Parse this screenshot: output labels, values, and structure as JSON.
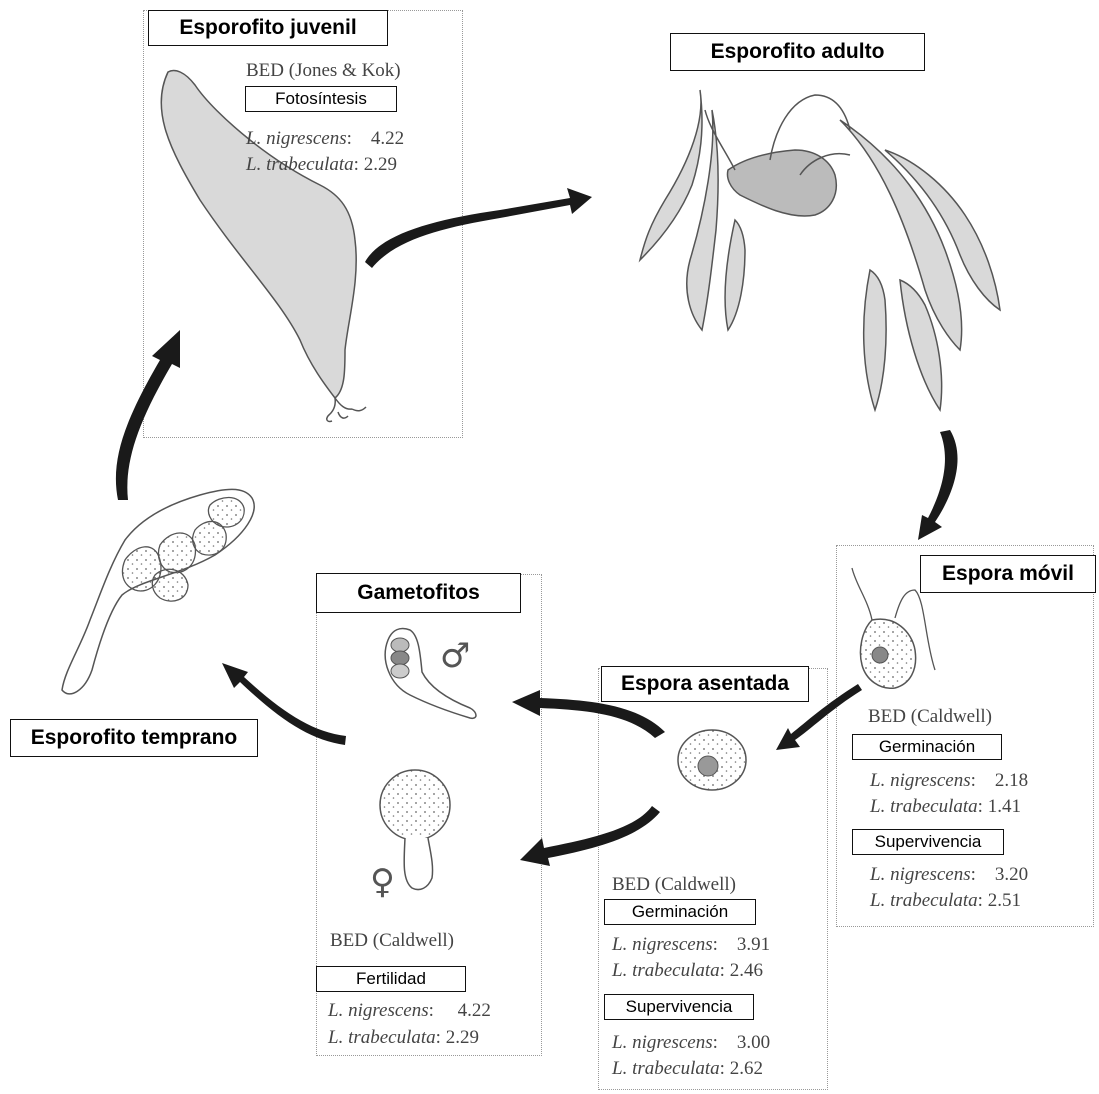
{
  "stages": {
    "juvenile": {
      "title": "Esporofito juvenil",
      "bed": "BED (Jones & Kok)",
      "metric": "Fotosíntesis",
      "rows": [
        {
          "species": "L. nigrescens",
          "value": "4.22"
        },
        {
          "species": "L. trabeculata",
          "value": "2.29"
        }
      ]
    },
    "adult": {
      "title": "Esporofito adulto"
    },
    "motile_spore": {
      "title": "Espora móvil",
      "bed": "BED (Caldwell)",
      "metric1": "Germinación",
      "rows1": [
        {
          "species": "L. nigrescens",
          "value": "2.18"
        },
        {
          "species": "L. trabeculata",
          "value": "1.41"
        }
      ],
      "metric2": "Supervivencia",
      "rows2": [
        {
          "species": "L. nigrescens",
          "value": "3.20"
        },
        {
          "species": "L. trabeculata",
          "value": "2.51"
        }
      ]
    },
    "settled_spore": {
      "title": "Espora asentada",
      "bed": "BED (Caldwell)",
      "metric1": "Germinación",
      "rows1": [
        {
          "species": "L. nigrescens",
          "value": "3.91"
        },
        {
          "species": "L. trabeculata",
          "value": "2.46"
        }
      ],
      "metric2": "Supervivencia",
      "rows2": [
        {
          "species": "L. nigrescens",
          "value": "3.00"
        },
        {
          "species": "L. trabeculata",
          "value": "2.62"
        }
      ]
    },
    "gametophytes": {
      "title": "Gametofitos",
      "male_symbol": "♂",
      "female_symbol": "♀",
      "bed": "BED (Caldwell)",
      "metric": "Fertilidad",
      "rows": [
        {
          "species": "L. nigrescens",
          "value": "4.22"
        },
        {
          "species": "L. trabeculata",
          "value": "2.29"
        }
      ]
    },
    "early": {
      "title": "Esporofito temprano"
    }
  },
  "colors": {
    "arrow": "#1a1a1a",
    "fill_gray": "#d9d9d9",
    "outline": "#555555"
  }
}
